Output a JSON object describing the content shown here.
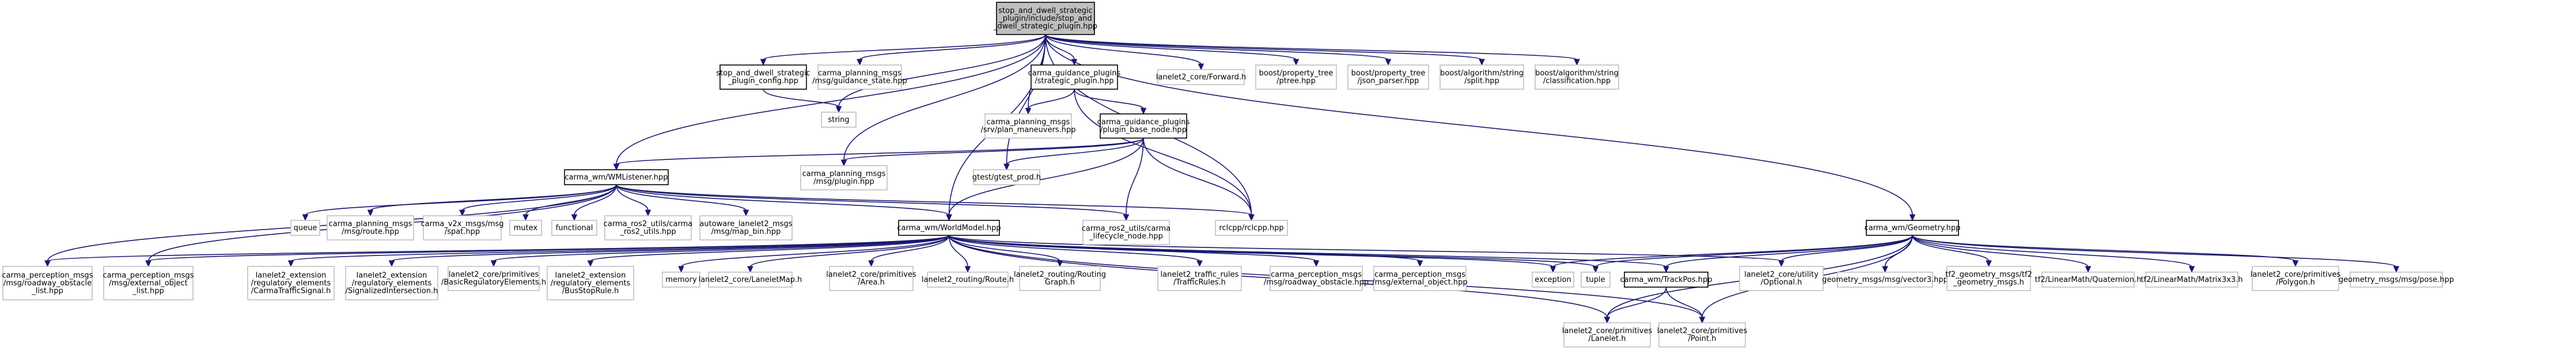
{
  "graph": {
    "colors": {
      "root_fill": "#bfbfbf",
      "root_border": "#000000",
      "node_fill": "#ffffff",
      "node_border": "#bfbfbf",
      "internal_border": "#000000",
      "edge": "#191970"
    },
    "nodes": [
      {
        "id": "root",
        "lines": [
          "stop_and_dwell_strategic",
          "_plugin/include/stop_and",
          "_dwell_strategic_plugin.hpp"
        ],
        "kind": "root"
      },
      {
        "id": "config",
        "lines": [
          "stop_and_dwell_strategic",
          "_plugin_config.hpp"
        ],
        "kind": "internal"
      },
      {
        "id": "guidance_state",
        "lines": [
          "carma_planning_msgs",
          "/msg/guidance_state.hpp"
        ],
        "kind": "leaf"
      },
      {
        "id": "strategic_plugin",
        "lines": [
          "carma_guidance_plugins",
          "/strategic_plugin.hpp"
        ],
        "kind": "internal"
      },
      {
        "id": "forward",
        "lines": [
          "lanelet2_core/Forward.h"
        ],
        "kind": "leaf"
      },
      {
        "id": "ptree",
        "lines": [
          "boost/property_tree",
          "/ptree.hpp"
        ],
        "kind": "leaf"
      },
      {
        "id": "json_parser",
        "lines": [
          "boost/property_tree",
          "/json_parser.hpp"
        ],
        "kind": "leaf"
      },
      {
        "id": "split",
        "lines": [
          "boost/algorithm/string",
          "/split.hpp"
        ],
        "kind": "leaf"
      },
      {
        "id": "classification",
        "lines": [
          "boost/algorithm/string",
          "/classification.hpp"
        ],
        "kind": "leaf"
      },
      {
        "id": "string",
        "lines": [
          "string"
        ],
        "kind": "leaf"
      },
      {
        "id": "plan_maneuvers",
        "lines": [
          "carma_planning_msgs",
          "/srv/plan_maneuvers.hpp"
        ],
        "kind": "leaf"
      },
      {
        "id": "plugin_base_node",
        "lines": [
          "carma_guidance_plugins",
          "/plugin_base_node.hpp"
        ],
        "kind": "internal"
      },
      {
        "id": "wmlistener",
        "lines": [
          "carma_wm/WMListener.hpp"
        ],
        "kind": "internal"
      },
      {
        "id": "msg_plugin",
        "lines": [
          "carma_planning_msgs",
          "/msg/plugin.hpp"
        ],
        "kind": "leaf"
      },
      {
        "id": "gtest",
        "lines": [
          "gtest/gtest_prod.h"
        ],
        "kind": "leaf"
      },
      {
        "id": "rclcpp",
        "lines": [
          "rclcpp/rclcpp.hpp"
        ],
        "kind": "leaf"
      },
      {
        "id": "geometry",
        "lines": [
          "carma_wm/Geometry.hpp"
        ],
        "kind": "internal"
      },
      {
        "id": "queue",
        "lines": [
          "queue"
        ],
        "kind": "leaf"
      },
      {
        "id": "route",
        "lines": [
          "carma_planning_msgs",
          "/msg/route.hpp"
        ],
        "kind": "leaf"
      },
      {
        "id": "spat",
        "lines": [
          "carma_v2x_msgs/msg",
          "/spat.hpp"
        ],
        "kind": "leaf"
      },
      {
        "id": "mutex",
        "lines": [
          "mutex"
        ],
        "kind": "leaf"
      },
      {
        "id": "functional",
        "lines": [
          "functional"
        ],
        "kind": "leaf"
      },
      {
        "id": "ros2_utils",
        "lines": [
          "carma_ros2_utils/carma",
          "_ros2_utils.hpp"
        ],
        "kind": "leaf"
      },
      {
        "id": "map_bin",
        "lines": [
          "autoware_lanelet2_msgs",
          "/msg/map_bin.hpp"
        ],
        "kind": "leaf"
      },
      {
        "id": "lifecycle",
        "lines": [
          "carma_ros2_utils/carma",
          "_lifecycle_node.hpp"
        ],
        "kind": "leaf"
      },
      {
        "id": "worldmodel",
        "lines": [
          "carma_wm/WorldModel.hpp"
        ],
        "kind": "internal"
      },
      {
        "id": "roadway_obstacle_list",
        "lines": [
          "carma_perception_msgs",
          "/msg/roadway_obstacle",
          "_list.hpp"
        ],
        "kind": "leaf"
      },
      {
        "id": "external_object_list",
        "lines": [
          "carma_perception_msgs",
          "/msg/external_object",
          "_list.hpp"
        ],
        "kind": "leaf"
      },
      {
        "id": "carma_traffic_signal",
        "lines": [
          "lanelet2_extension",
          "/regulatory_elements",
          "/CarmaTrafficSignal.h"
        ],
        "kind": "leaf"
      },
      {
        "id": "signalized",
        "lines": [
          "lanelet2_extension",
          "/regulatory_elements",
          "/SignalizedIntersection.h"
        ],
        "kind": "leaf"
      },
      {
        "id": "basic_reg",
        "lines": [
          "lanelet2_core/primitives",
          "/BasicRegulatoryElements.h"
        ],
        "kind": "leaf"
      },
      {
        "id": "bus_stop",
        "lines": [
          "lanelet2_extension",
          "/regulatory_elements",
          "/BusStopRule.h"
        ],
        "kind": "leaf"
      },
      {
        "id": "memory",
        "lines": [
          "memory"
        ],
        "kind": "leaf"
      },
      {
        "id": "lanelet_map",
        "lines": [
          "lanelet2_core/LaneletMap.h"
        ],
        "kind": "leaf"
      },
      {
        "id": "area",
        "lines": [
          "lanelet2_core/primitives",
          "/Area.h"
        ],
        "kind": "leaf"
      },
      {
        "id": "route_h",
        "lines": [
          "lanelet2_routing/Route.h"
        ],
        "kind": "leaf"
      },
      {
        "id": "routing_graph",
        "lines": [
          "lanelet2_routing/Routing",
          "Graph.h"
        ],
        "kind": "leaf"
      },
      {
        "id": "traffic_rules",
        "lines": [
          "lanelet2_traffic_rules",
          "/TrafficRules.h"
        ],
        "kind": "leaf"
      },
      {
        "id": "roadway_obstacle",
        "lines": [
          "carma_perception_msgs",
          "/msg/roadway_obstacle.hpp"
        ],
        "kind": "leaf"
      },
      {
        "id": "external_object",
        "lines": [
          "carma_perception_msgs",
          "/msg/external_object.hpp"
        ],
        "kind": "leaf"
      },
      {
        "id": "exception",
        "lines": [
          "exception"
        ],
        "kind": "leaf"
      },
      {
        "id": "tuple",
        "lines": [
          "tuple"
        ],
        "kind": "leaf"
      },
      {
        "id": "trackpos",
        "lines": [
          "carma_wm/TrackPos.hpp"
        ],
        "kind": "internal"
      },
      {
        "id": "optional",
        "lines": [
          "lanelet2_core/utility",
          "/Optional.h"
        ],
        "kind": "leaf"
      },
      {
        "id": "vector3",
        "lines": [
          "geometry_msgs/msg/vector3.hpp"
        ],
        "kind": "leaf"
      },
      {
        "id": "tf2_geometry",
        "lines": [
          "tf2_geometry_msgs/tf2",
          "_geometry_msgs.h"
        ],
        "kind": "leaf"
      },
      {
        "id": "quaternion",
        "lines": [
          "tf2/LinearMath/Quaternion.h"
        ],
        "kind": "leaf"
      },
      {
        "id": "matrix3x3",
        "lines": [
          "tf2/LinearMath/Matrix3x3.h"
        ],
        "kind": "leaf"
      },
      {
        "id": "polygon",
        "lines": [
          "lanelet2_core/primitives",
          "/Polygon.h"
        ],
        "kind": "leaf"
      },
      {
        "id": "pose",
        "lines": [
          "geometry_msgs/msg/pose.hpp"
        ],
        "kind": "leaf"
      },
      {
        "id": "lanelet",
        "lines": [
          "lanelet2_core/primitives",
          "/Lanelet.h"
        ],
        "kind": "leaf"
      },
      {
        "id": "point",
        "lines": [
          "lanelet2_core/primitives",
          "/Point.h"
        ],
        "kind": "leaf"
      }
    ],
    "edges": [
      [
        "root",
        "config"
      ],
      [
        "root",
        "guidance_state"
      ],
      [
        "root",
        "strategic_plugin"
      ],
      [
        "root",
        "forward"
      ],
      [
        "root",
        "ptree"
      ],
      [
        "root",
        "json_parser"
      ],
      [
        "root",
        "split"
      ],
      [
        "root",
        "classification"
      ],
      [
        "root",
        "string"
      ],
      [
        "root",
        "plan_maneuvers"
      ],
      [
        "root",
        "msg_plugin"
      ],
      [
        "root",
        "gtest"
      ],
      [
        "root",
        "rclcpp"
      ],
      [
        "root",
        "wmlistener"
      ],
      [
        "root",
        "worldmodel"
      ],
      [
        "root",
        "geometry"
      ],
      [
        "config",
        "string"
      ],
      [
        "strategic_plugin",
        "plan_maneuvers"
      ],
      [
        "strategic_plugin",
        "plugin_base_node"
      ],
      [
        "strategic_plugin",
        "rclcpp"
      ],
      [
        "plugin_base_node",
        "wmlistener"
      ],
      [
        "plugin_base_node",
        "msg_plugin"
      ],
      [
        "plugin_base_node",
        "gtest"
      ],
      [
        "plugin_base_node",
        "rclcpp"
      ],
      [
        "plugin_base_node",
        "lifecycle"
      ],
      [
        "plugin_base_node",
        "worldmodel"
      ],
      [
        "wmlistener",
        "queue"
      ],
      [
        "wmlistener",
        "route"
      ],
      [
        "wmlistener",
        "spat"
      ],
      [
        "wmlistener",
        "mutex"
      ],
      [
        "wmlistener",
        "functional"
      ],
      [
        "wmlistener",
        "ros2_utils"
      ],
      [
        "wmlistener",
        "map_bin"
      ],
      [
        "wmlistener",
        "lifecycle"
      ],
      [
        "wmlistener",
        "worldmodel"
      ],
      [
        "wmlistener",
        "rclcpp"
      ],
      [
        "wmlistener",
        "roadway_obstacle_list"
      ],
      [
        "wmlistener",
        "external_object_list"
      ],
      [
        "worldmodel",
        "roadway_obstacle_list"
      ],
      [
        "worldmodel",
        "external_object_list"
      ],
      [
        "worldmodel",
        "carma_traffic_signal"
      ],
      [
        "worldmodel",
        "signalized"
      ],
      [
        "worldmodel",
        "basic_reg"
      ],
      [
        "worldmodel",
        "bus_stop"
      ],
      [
        "worldmodel",
        "memory"
      ],
      [
        "worldmodel",
        "lanelet_map"
      ],
      [
        "worldmodel",
        "area"
      ],
      [
        "worldmodel",
        "route_h"
      ],
      [
        "worldmodel",
        "routing_graph"
      ],
      [
        "worldmodel",
        "traffic_rules"
      ],
      [
        "worldmodel",
        "roadway_obstacle"
      ],
      [
        "worldmodel",
        "external_object"
      ],
      [
        "worldmodel",
        "exception"
      ],
      [
        "worldmodel",
        "tuple"
      ],
      [
        "worldmodel",
        "trackpos"
      ],
      [
        "worldmodel",
        "optional"
      ],
      [
        "worldmodel",
        "lanelet"
      ],
      [
        "worldmodel",
        "point"
      ],
      [
        "geometry",
        "exception"
      ],
      [
        "geometry",
        "tuple"
      ],
      [
        "geometry",
        "trackpos"
      ],
      [
        "geometry",
        "optional"
      ],
      [
        "geometry",
        "vector3"
      ],
      [
        "geometry",
        "tf2_geometry"
      ],
      [
        "geometry",
        "quaternion"
      ],
      [
        "geometry",
        "matrix3x3"
      ],
      [
        "geometry",
        "polygon"
      ],
      [
        "geometry",
        "pose"
      ],
      [
        "geometry",
        "lanelet"
      ],
      [
        "geometry",
        "point"
      ],
      [
        "trackpos",
        "lanelet"
      ],
      [
        "trackpos",
        "point"
      ]
    ]
  }
}
